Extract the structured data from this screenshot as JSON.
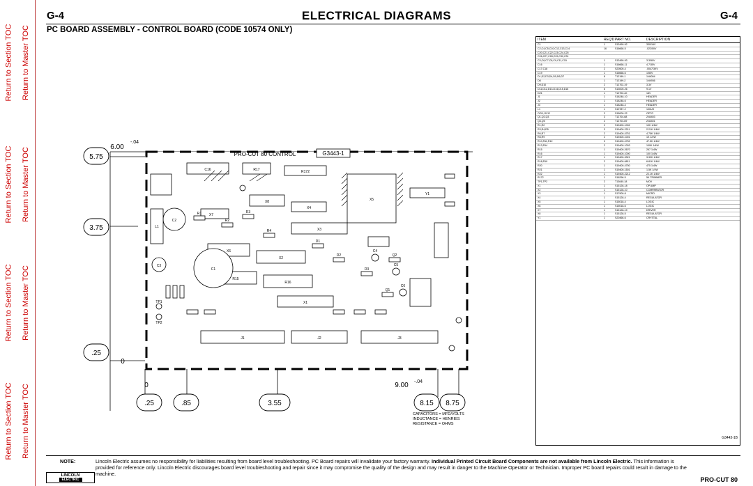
{
  "sidebar": {
    "section_label": "Return to Section TOC",
    "master_label": "Return to Master TOC"
  },
  "header": {
    "code_left": "G-4",
    "code_right": "G-4",
    "title": "ELECTRICAL  DIAGRAMS",
    "subtitle": "PC BOARD ASSEMBLY - CONTROL BOARD (CODE 10574 ONLY)"
  },
  "board": {
    "label": "PRO-CUT 80 CONTROL",
    "part_number": "G3443-1",
    "top_dim": "6.00",
    "top_dim_tol": "-.04",
    "left_dims": [
      "5.75",
      "3.75",
      ".25"
    ],
    "zero_left": "0",
    "zero_bottom": "0",
    "bottom_dims": [
      ".25",
      ".85",
      "3.55",
      "8.15",
      "8.75"
    ],
    "bottom_dim_end": "9.00",
    "bottom_dim_tol": "-.04",
    "component_labels": [
      "C16",
      "R17",
      "R172",
      "X7",
      "X8",
      "X4",
      "X3",
      "Y1",
      "X6",
      "X2",
      "X5",
      "C1",
      "R16",
      "R15",
      "X1",
      "C2",
      "C3",
      "C4",
      "C5",
      "C6",
      "R1",
      "R2",
      "R3",
      "R4",
      "D1",
      "D2",
      "D3",
      "Q1",
      "Q2",
      "J1",
      "J2",
      "J3",
      "L1",
      "TP1",
      "TP2"
    ]
  },
  "parts_list": {
    "headers": [
      "ITEM",
      "REQ'D",
      "PART NO.",
      "DESCRIPTION"
    ],
    "rows": [
      [
        "C1",
        "1",
        "S13490-92",
        "330/16V"
      ],
      [
        "C2,C4,C5,C10,C12,C13,C14",
        "16",
        "S16668-5",
        ".022/50V"
      ],
      [
        "C20,C21,C22,C23,C24,C25",
        "",
        "",
        ""
      ],
      [
        "C26,C27,C28,C29,C30,C31",
        "",
        "",
        ""
      ],
      [
        "C3,C6,C7,C8,C9,C11,C15",
        "1",
        "S13490-93",
        "3.3/50V"
      ],
      [
        "C16",
        "1",
        "S16668-11",
        "4.7/35V"
      ],
      [
        "C17,C18",
        "2",
        "S20500-4",
        ".0047/3KV"
      ],
      [
        "C19",
        "1",
        "S16668-6",
        "1/50V"
      ],
      [
        "D1,D2,D3,D4,D5,D6,D7",
        "8",
        "T12199-1",
        "1N4004"
      ],
      [
        "D8",
        "1",
        "T12199-2",
        "1N4936"
      ],
      [
        "D9,D10",
        "2",
        "T12702-19",
        "3.3V"
      ],
      [
        "D11,D12,D13,D14,D15,D16",
        "6",
        "S13000-26",
        "9.1V"
      ],
      [
        "DZ1",
        "1",
        "T12702-40",
        "18V"
      ],
      [
        "J1",
        "1",
        "S18248-10",
        "HEADER"
      ],
      [
        "J2",
        "1",
        "S18248-6",
        "HEADER"
      ],
      [
        "J3",
        "1",
        "S18248-4",
        "HEADER"
      ],
      [
        "L1",
        "1",
        "S19787-2",
        "100UH"
      ],
      [
        "OCI1,OCI2",
        "2",
        "S15000-22",
        "OPTO"
      ],
      [
        "Q1,Q2,Q3",
        "3",
        "T12704-68",
        "2N4403"
      ],
      [
        "Q4,Q5",
        "2",
        "T12704-69",
        "2N4401"
      ],
      [
        "R1,R2",
        "2",
        "S19400-1002",
        "10K 1/4W"
      ],
      [
        "R3,R4,R5",
        "3",
        "S19400-2211",
        "2.21K 1/4W"
      ],
      [
        "R6,R7",
        "2",
        "S19400-4751",
        "4.75K 1/4W"
      ],
      [
        "R8,R9",
        "2",
        "S19400-1001",
        "1K 1/4W"
      ],
      [
        "R10,R11,R12",
        "3",
        "S19400-4752",
        "47.5K 1/4W"
      ],
      [
        "R13,R14",
        "2",
        "S19400-1003",
        "100K 1/4W"
      ],
      [
        "R15",
        "1",
        "S19400-2670",
        "267 1/4W"
      ],
      [
        "R16",
        "1",
        "S19400-1000",
        "100 1/4W"
      ],
      [
        "R17",
        "1",
        "S19400-3321",
        "3.32K 1/4W"
      ],
      [
        "R18,R19",
        "2",
        "S19400-6811",
        "6.81K 1/4W"
      ],
      [
        "R20",
        "1",
        "S19400-4750",
        "475 1/4W"
      ],
      [
        "R21",
        "1",
        "S19400-1501",
        "1.5K 1/4W"
      ],
      [
        "R22",
        "1",
        "S19400-2212",
        "22.1K 1/4W"
      ],
      [
        "R172",
        "1",
        "S16296-5",
        "5K TRIMMER"
      ],
      [
        "TP1,TP2",
        "2",
        "T13640-18",
        "MOV"
      ],
      [
        "X1",
        "1",
        "S15128-18",
        "OP AMP"
      ],
      [
        "X2",
        "1",
        "S15128-10",
        "COMPARATOR"
      ],
      [
        "X3",
        "1",
        "S17900-8",
        "MICRO"
      ],
      [
        "X4",
        "1",
        "S15128-4",
        "REGULATOR"
      ],
      [
        "X5",
        "1",
        "S15018-4",
        "LOGIC"
      ],
      [
        "X6",
        "1",
        "S15018-6",
        "LOGIC"
      ],
      [
        "X7",
        "1",
        "S15128-19",
        "DRIVER"
      ],
      [
        "X8",
        "1",
        "S15128-5",
        "REGULATOR"
      ],
      [
        "Y1",
        "1",
        "S20466-6",
        "CRYSTAL"
      ]
    ]
  },
  "reference": "G3443-1B",
  "caption": {
    "line1": "CAPACITORS = MFD/VOLTS",
    "line2": "INDUCTANCE = HENRIES",
    "line3": "RESISTANCE = OHMS"
  },
  "note": {
    "label": "NOTE:",
    "text_1": "Lincoln Electric assumes no responsibility for liabilities resulting from board level troubleshooting. PC Board repairs will invalidate your factory warranty. ",
    "text_bold": "Individual Printed Circuit Board Components are not available from Lincoln Electric.",
    "text_2": " This information is provided for reference only. Lincoln Electric discourages board level troubleshooting and repair since it may compromise the quality of the design and may result in danger to the Machine Operator or Technician. Improper PC board repairs could result in damage to the machine."
  },
  "footer": {
    "logo_top": "LINCOLN",
    "logo_bottom": "ELECTRIC",
    "model": "PRO-CUT 80"
  },
  "colors": {
    "toc_link": "#cc0000",
    "line": "#000000"
  }
}
